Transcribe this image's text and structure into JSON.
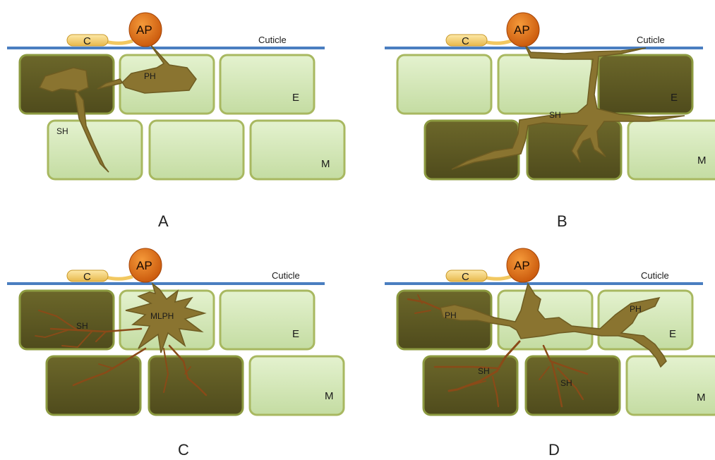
{
  "panels": [
    {
      "letter": "A",
      "conidium": "C",
      "appressorium": "AP",
      "cuticle": "Cuticle",
      "hypha_labels": [
        "PH",
        "SH"
      ],
      "epidermis": "E",
      "mesophyll": "M"
    },
    {
      "letter": "B",
      "conidium": "C",
      "appressorium": "AP",
      "cuticle": "Cuticle",
      "hypha_labels": [
        "SH"
      ],
      "epidermis": "E",
      "mesophyll": "M"
    },
    {
      "letter": "C",
      "conidium": "C",
      "appressorium": "AP",
      "cuticle": "Cuticle",
      "hypha_labels": [
        "MLPH",
        "SH"
      ],
      "epidermis": "E",
      "mesophyll": "M"
    },
    {
      "letter": "D",
      "conidium": "C",
      "appressorium": "AP",
      "cuticle": "Cuticle",
      "hypha_labels": [
        "PH",
        "PH",
        "SH",
        "SH"
      ],
      "epidermis": "E",
      "mesophyll": "M"
    }
  ],
  "colors": {
    "healthy_cell": "#d4e8b8",
    "infected_cell": "#5e5a24",
    "cell_border": "#9aa84a",
    "cuticle": "#4a7ec0",
    "appressorium": "#e06a10",
    "conidium": "#f2c860",
    "primary_hypha": "#8a7430",
    "secondary_hypha": "#8a4a18"
  }
}
